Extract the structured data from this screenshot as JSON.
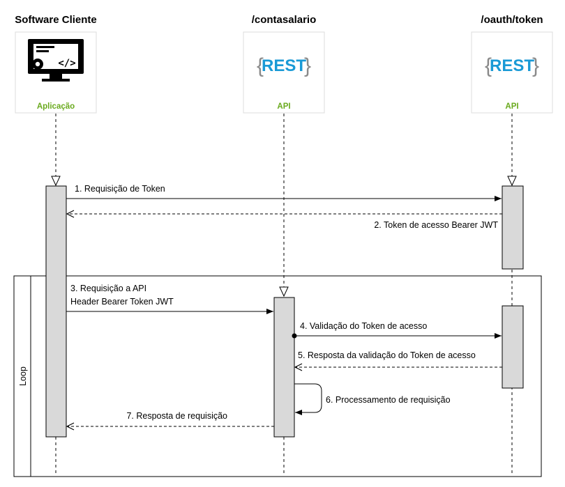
{
  "participants": [
    {
      "title": "Software Cliente",
      "caption": "Aplicação",
      "icon": "monitor-code-icon"
    },
    {
      "title": "/contasalario",
      "caption": "API",
      "icon": "rest-api-icon",
      "badge": "REST"
    },
    {
      "title": "/oauth/token",
      "caption": "API",
      "icon": "rest-api-icon",
      "badge": "REST"
    }
  ],
  "loop": {
    "label": "Loop"
  },
  "messages": [
    {
      "lines": [
        "1. Requisição de Token"
      ]
    },
    {
      "lines": [
        "2. Token de acesso Bearer JWT"
      ]
    },
    {
      "lines": [
        "3. Requisição a API",
        "Header Bearer Token JWT"
      ]
    },
    {
      "lines": [
        "4. Validação do Token de acesso"
      ]
    },
    {
      "lines": [
        "5. Resposta da validação do Token de acesso"
      ]
    },
    {
      "lines": [
        "6. Processamento de requisição"
      ]
    },
    {
      "lines": [
        "7. Resposta de requisição"
      ]
    }
  ],
  "colors": {
    "caption_green": "#6aaa1e",
    "rest_blue": "#1a9ad6",
    "brace_gray": "#8a8a8a",
    "activation_fill": "#d9d9d9",
    "card_border": "#dcdcdc"
  }
}
